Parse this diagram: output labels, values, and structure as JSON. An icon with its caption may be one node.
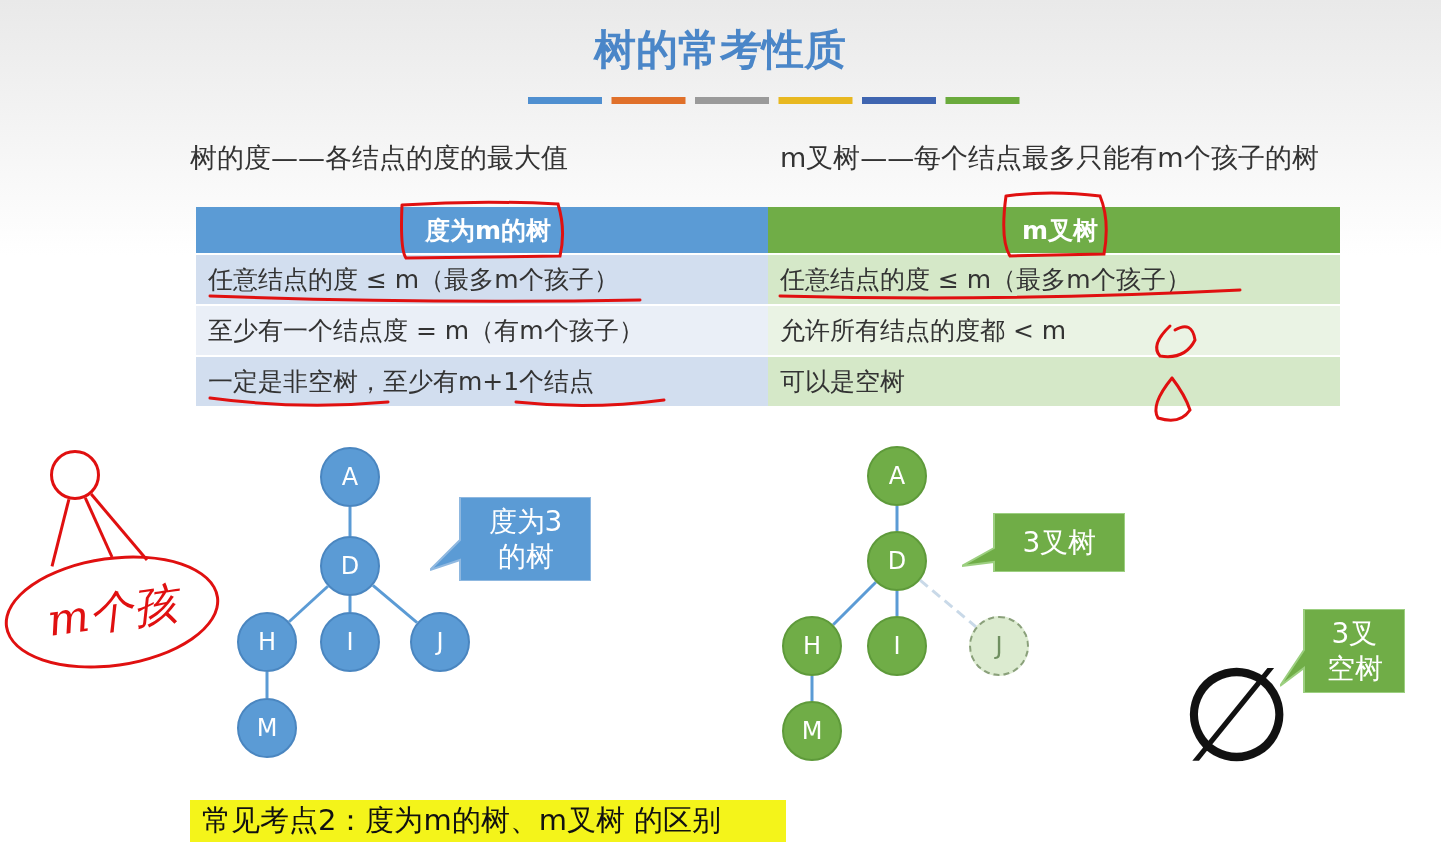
{
  "diagram": {
    "title": "树的常考性质",
    "nodes": [
      {
        "text": [
          "A"
        ]
      },
      {
        "text": [
          "D"
        ]
      },
      {
        "text": [
          "H"
        ]
      },
      {
        "text": [
          "I"
        ]
      },
      {
        "text": [
          "J"
        ]
      },
      {
        "text": [
          "M"
        ]
      },
      {
        "text": [
          "度为3的树"
        ]
      },
      {
        "text": [
          "A"
        ]
      },
      {
        "text": [
          "D"
        ]
      },
      {
        "text": [
          "H"
        ]
      },
      {
        "text": [
          "I"
        ]
      },
      {
        "text": [
          "J"
        ]
      },
      {
        "text": [
          "M"
        ]
      },
      {
        "text": [
          "3叉树"
        ]
      },
      {
        "text": [
          "∅"
        ]
      },
      {
        "text": [
          "3叉空树"
        ]
      },
      {
        "text": [],
        "shape": "circle"
      },
      {
        "text": [
          "m个孩"
        ]
      }
    ],
    "edges": [
      {
        "from": 0,
        "to": 1,
        "arrow": "none"
      },
      {
        "from": 1,
        "to": 2,
        "arrow": "none"
      },
      {
        "from": 1,
        "to": 3,
        "arrow": "none"
      },
      {
        "from": 1,
        "to": 4,
        "arrow": "none"
      },
      {
        "from": 2,
        "to": 5,
        "arrow": "none"
      },
      {
        "from": 7,
        "to": 8,
        "arrow": "none"
      },
      {
        "from": 8,
        "to": 9,
        "arrow": "none"
      },
      {
        "from": 8,
        "to": 10,
        "arrow": "none"
      },
      {
        "from": 8,
        "to": 11,
        "arrow": "none",
        "style": "dashed",
        "color": "#c9d9e8"
      },
      {
        "from": 9,
        "to": 12,
        "arrow": "none"
      },
      {
        "from": 16,
        "to": 17,
        "arrow": "none",
        "color": "#e01010"
      },
      {
        "from": 16,
        "to": 17,
        "arrow": "none",
        "color": "#e01010"
      },
      {
        "from": 16,
        "to": 17,
        "arrow": "none",
        "color": "#e01010"
      }
    ],
    "labels": [
      "树的度——各结点的度的最大值",
      "m叉树——每个结点最多只能有m个孩子的树",
      "度为m的树",
      "m叉树",
      "任意结点的度 ≤ m（最多m个孩子）",
      "任意结点的度 ≤ m（最多m个孩子）",
      "至少有一个结点度 = m（有m个孩子）",
      "允许所有结点的度都 < m",
      "一定是非空树，至少有m+1个结点",
      "可以是空树",
      "常见考点2：度为m的树、m叉树 的区别"
    ]
  }
}
